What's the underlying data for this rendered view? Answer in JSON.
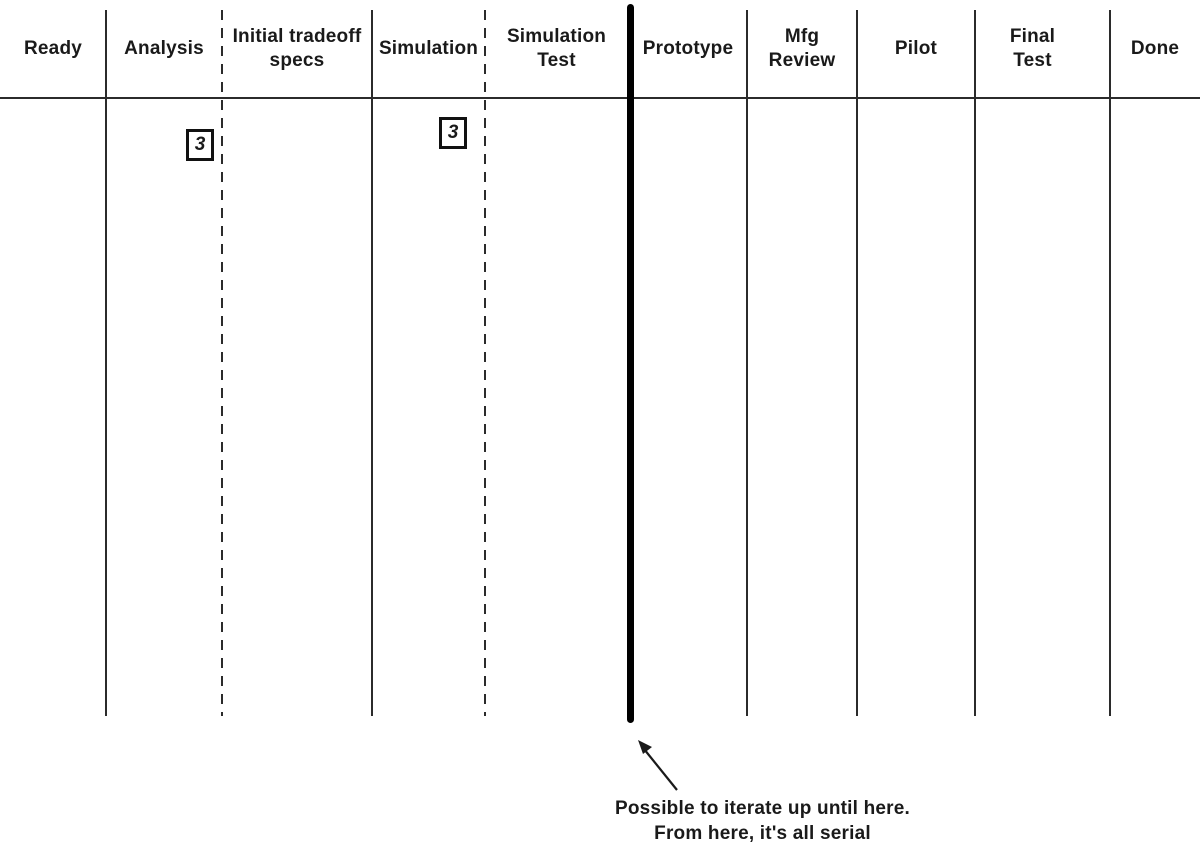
{
  "board": {
    "columns": [
      {
        "id": "ready",
        "label": "Ready",
        "separator_after": "solid"
      },
      {
        "id": "analysis",
        "label": "Analysis",
        "separator_after": "dashed"
      },
      {
        "id": "initial-tradeoff-specs",
        "label": "Initial tradeoff\nspecs",
        "separator_after": "solid"
      },
      {
        "id": "simulation",
        "label": "Simulation",
        "separator_after": "dashed"
      },
      {
        "id": "simulation-test",
        "label": "Simulation\nTest",
        "separator_after": "thick"
      },
      {
        "id": "prototype",
        "label": "Prototype",
        "separator_after": "solid"
      },
      {
        "id": "mfg-review",
        "label": "Mfg\nReview",
        "separator_after": "solid"
      },
      {
        "id": "pilot",
        "label": "Pilot",
        "separator_after": "solid"
      },
      {
        "id": "final-test",
        "label": "Final\nTest",
        "separator_after": "solid"
      },
      {
        "id": "done",
        "label": "Done",
        "separator_after": "none"
      }
    ],
    "wip_limits": [
      {
        "column": "Analysis",
        "value": "3"
      },
      {
        "column": "Simulation",
        "value": "3"
      }
    ]
  },
  "annotation": {
    "line1": "Possible to iterate up until here.",
    "line2": "From here, it's all serial"
  },
  "colors": {
    "ink": "#1a1a1a",
    "line": "#2b2b2b",
    "serial_boundary": "#000000",
    "background": "#ffffff"
  }
}
